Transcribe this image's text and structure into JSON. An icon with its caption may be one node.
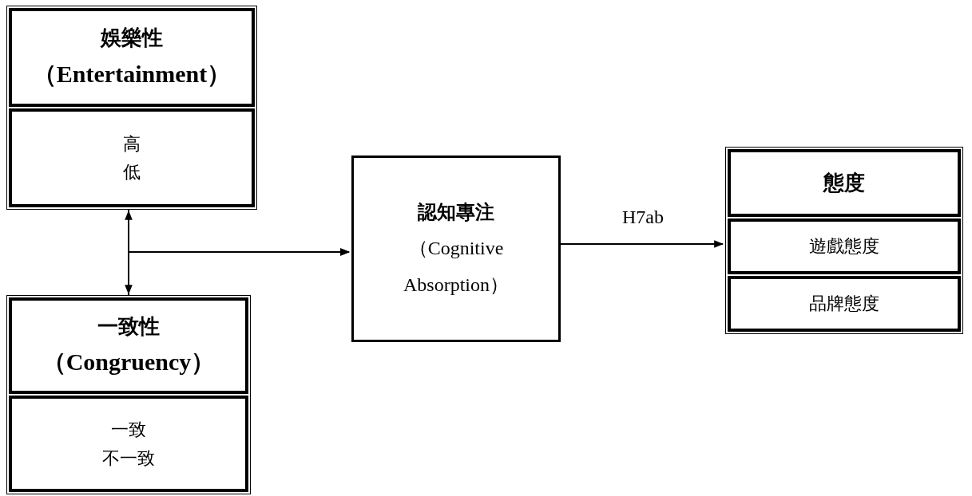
{
  "diagram": {
    "nodes": [
      {
        "text": [],
        "shape": "box"
      },
      {
        "text": [
          "娛樂性",
          "（Entertainment）"
        ],
        "in": 0
      },
      {
        "text": [
          "高",
          "低"
        ],
        "in": 0
      },
      {
        "text": [],
        "shape": "box"
      },
      {
        "text": [
          "一致性",
          "（Congruency）"
        ],
        "in": 3
      },
      {
        "text": [
          "一致",
          "不一致"
        ],
        "in": 3
      },
      {
        "text": [
          "認知專注",
          "（Cognitive Absorption）"
        ]
      },
      {
        "text": [],
        "shape": "box"
      },
      {
        "text": [
          "態度"
        ],
        "in": 7
      },
      {
        "text": [
          "遊戲態度"
        ],
        "in": 7
      },
      {
        "text": [
          "品牌態度"
        ],
        "in": 7
      }
    ],
    "edges": [
      {
        "from": 0,
        "to": 3,
        "arrow": "both"
      },
      {
        "from": 0,
        "to": 6,
        "arrow": "to"
      },
      {
        "from": 3,
        "to": 6,
        "arrow": "to"
      },
      {
        "from": 6,
        "to": 7,
        "arrow": "to",
        "label": "H7ab"
      }
    ]
  }
}
